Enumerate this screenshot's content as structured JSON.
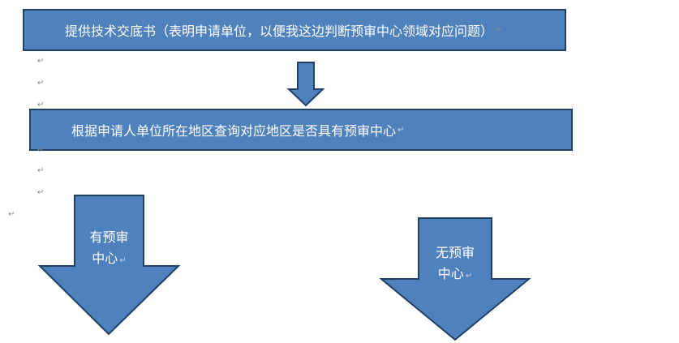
{
  "top_box": {
    "text": "提供技术交底书（表明申请单位，以便我这边判断预审中心领域对应问题）",
    "mark": "↵"
  },
  "middle_box": {
    "text": "根据申请人单位所在地区查询对应地区是否具有预审中心",
    "mark": "↵"
  },
  "left_branch": {
    "line1": "有预审",
    "line2": "中心",
    "mark": "↵"
  },
  "right_branch": {
    "line1": "无预审",
    "line2": "中心",
    "mark": "↵"
  },
  "paragraph_mark": "↵",
  "colors": {
    "fill": "#4f81bd",
    "stroke": "#1f3f64",
    "text": "#ffffff"
  }
}
